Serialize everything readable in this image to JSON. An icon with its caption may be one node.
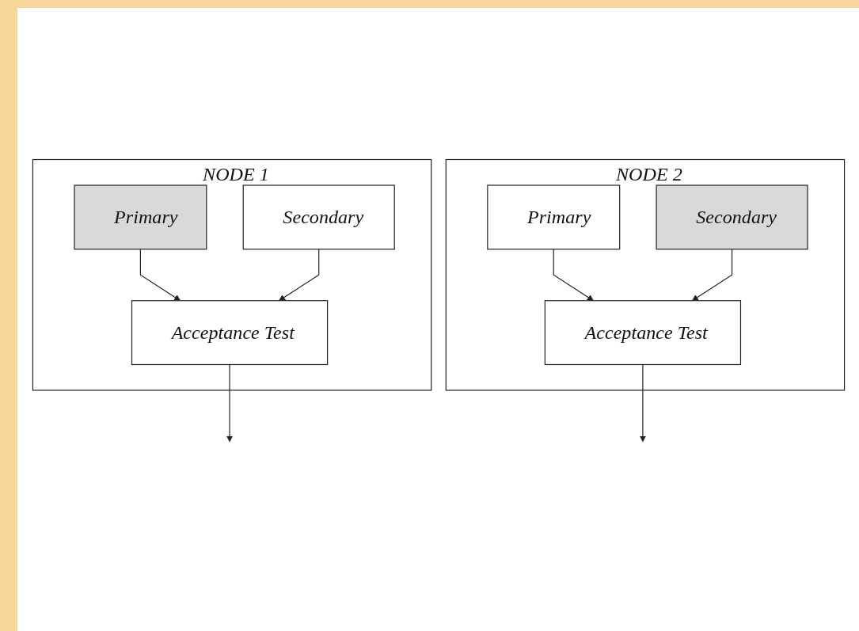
{
  "diagram": {
    "nodes": [
      {
        "text": [
          "NODE 1"
        ]
      },
      {
        "text": [
          "Primary"
        ],
        "in": 0
      },
      {
        "text": [
          "Secondary"
        ],
        "in": 0
      },
      {
        "text": [
          "Acceptance Test"
        ],
        "in": 0
      },
      {
        "text": [
          "NODE 2"
        ]
      },
      {
        "text": [
          "Primary"
        ],
        "in": 4
      },
      {
        "text": [
          "Secondary"
        ],
        "in": 4
      },
      {
        "text": [
          "Acceptance Test"
        ],
        "in": 4
      }
    ],
    "edges": [
      {
        "from": 1,
        "to": 3,
        "arrow": "to"
      },
      {
        "from": 2,
        "to": 3,
        "arrow": "to"
      },
      {
        "from": 3,
        "to": null,
        "arrow": "to"
      },
      {
        "from": 5,
        "to": 7,
        "arrow": "to"
      },
      {
        "from": 6,
        "to": 7,
        "arrow": "to"
      },
      {
        "from": 7,
        "to": null,
        "arrow": "to"
      }
    ]
  }
}
